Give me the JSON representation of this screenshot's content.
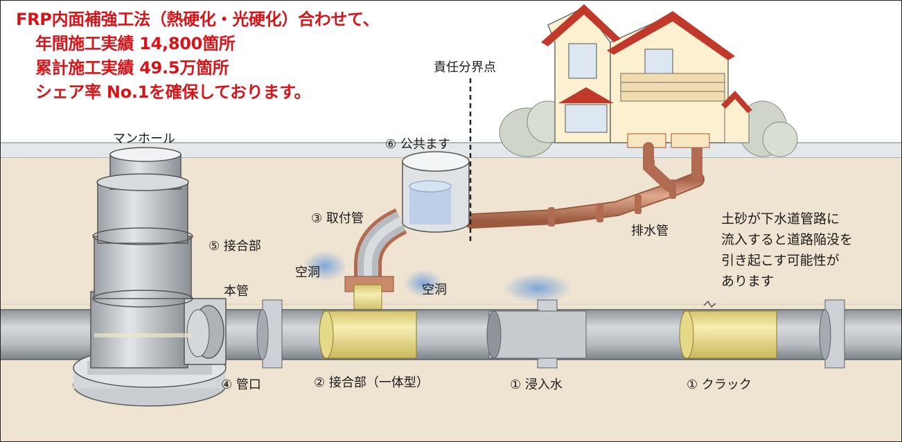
{
  "headline": {
    "line1": "FRP内面補強工法（熱硬化・光硬化）合わせて、",
    "line2": "年間施工実績 14,800箇所",
    "line3": "累計施工実績 49.5万箇所",
    "line4": "シェア率 No.1を確保しております。"
  },
  "labels": {
    "manhole": "マンホール",
    "boundary": "責任分界点",
    "public_box": "⑥ 公共ます",
    "fitting_pipe": "③ 取付管",
    "joint_5": "⑤ 接合部",
    "void_left": "空洞",
    "void_right": "空洞",
    "main_pipe": "本管",
    "drain_pipe": "排水管",
    "pipe_mouth": "④ 管口",
    "joint_integrated": "② 接合部（一体型）",
    "infiltration": "① 浸入水",
    "crack": "① クラック"
  },
  "note": {
    "line1": "土砂が下水道管路に",
    "line2": "流入すると道路陥没を",
    "line3": "引き起こす可能性が",
    "line4": "あります"
  },
  "colors": {
    "headline": "#d7141a",
    "soil": "#efe4d2",
    "ground_surface": "#e4e8ea",
    "pipe_gray": "#b9bec3",
    "liner_yellow": "#f2e497",
    "drain_copper": "#c98a6c",
    "roof_red": "#c0392b",
    "house_wall": "#fbf0d0",
    "water_blue": "#8fb3dc"
  }
}
